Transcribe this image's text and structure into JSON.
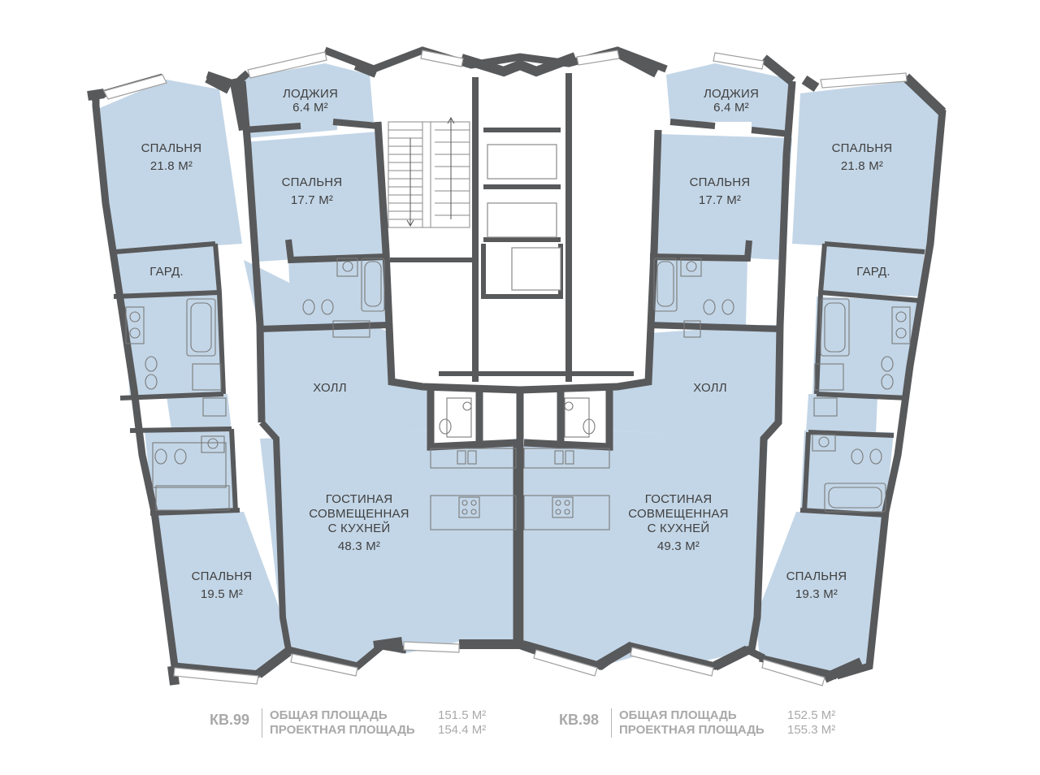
{
  "colors": {
    "wall": "#58595b",
    "room_fill": "#c3d6e7",
    "core_fill": "#ffffff",
    "fixture": "#7a7a7a",
    "text": "#3f3f3f",
    "legend_text": "#a9a9a9"
  },
  "rooms_left": {
    "loggia": {
      "name": "ЛОДЖИЯ",
      "area": "6.4 М²"
    },
    "bedroom_top": {
      "name": "СПАЛЬНЯ",
      "area": "21.8 М²"
    },
    "bedroom_mid": {
      "name": "СПАЛЬНЯ",
      "area": "17.7 М²"
    },
    "wardrobe": {
      "name": "ГАРД."
    },
    "hall": {
      "name": "ХОЛЛ"
    },
    "living": {
      "line1": "ГОСТИНАЯ",
      "line2": "СОВМЕЩЕННАЯ",
      "line3": "С КУХНЕЙ",
      "area": "48.3 М²"
    },
    "bedroom_bottom": {
      "name": "СПАЛЬНЯ",
      "area": "19.5 М²"
    }
  },
  "rooms_right": {
    "loggia": {
      "name": "ЛОДЖИЯ",
      "area": "6.4 М²"
    },
    "bedroom_top": {
      "name": "СПАЛЬНЯ",
      "area": "21.8 М²"
    },
    "bedroom_mid": {
      "name": "СПАЛЬНЯ",
      "area": "17.7 М²"
    },
    "wardrobe": {
      "name": "ГАРД."
    },
    "hall": {
      "name": "ХОЛЛ"
    },
    "living": {
      "line1": "ГОСТИНАЯ",
      "line2": "СОВМЕЩЕННАЯ",
      "line3": "С КУХНЕЙ",
      "area": "49.3 М²"
    },
    "bedroom_bottom": {
      "name": "СПАЛЬНЯ",
      "area": "19.3 М²"
    }
  },
  "apartments": [
    {
      "number": "КВ.99",
      "total_label": "ОБЩАЯ ПЛОЩАДЬ",
      "total_value": "151.5 М²",
      "design_label": "ПРОЕКТНАЯ ПЛОЩАДЬ",
      "design_value": "154.4 М²"
    },
    {
      "number": "КВ.98",
      "total_label": "ОБЩАЯ ПЛОЩАДЬ",
      "total_value": "152.5 М²",
      "design_label": "ПРОЕКТНАЯ ПЛОЩАДЬ",
      "design_value": "155.3 М²"
    }
  ]
}
